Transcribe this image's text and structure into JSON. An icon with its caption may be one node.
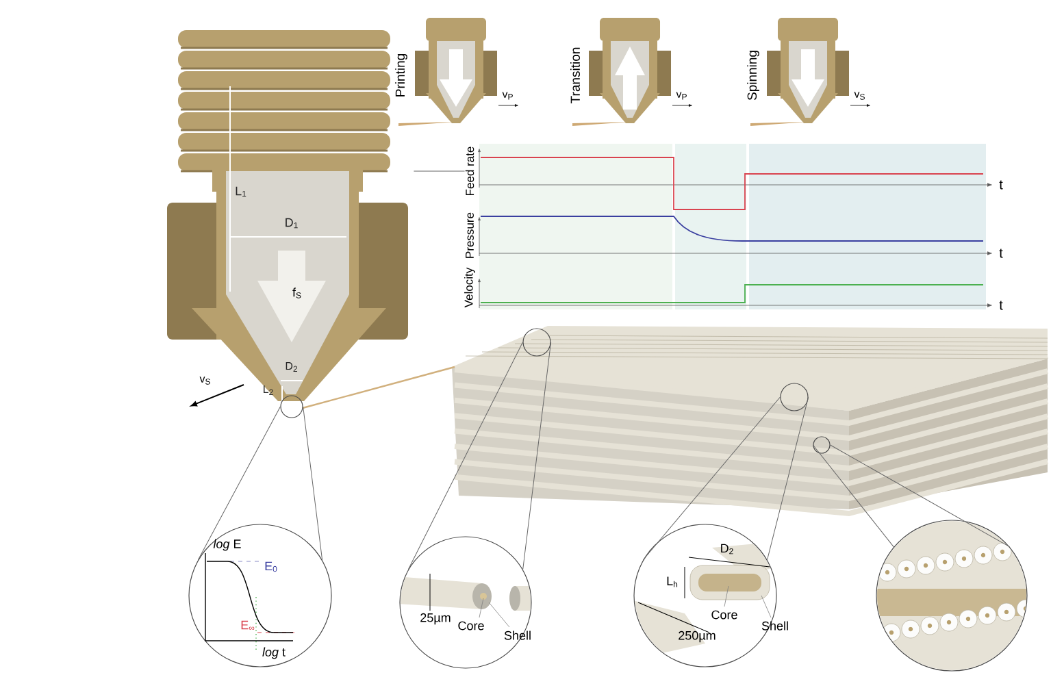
{
  "diagram": {
    "nodes": [
      {
        "text": [
          "L$_{1}$",
          "D$_{1}$",
          "f$_{S}$",
          "D$_{2}$",
          "L$_{2}$"
        ]
      },
      {
        "text": [
          "Feed rate",
          "t",
          "Pressure",
          "t",
          "Velocity",
          "t"
        ]
      },
      {
        "text": [
          "Printing",
          "v$_{P}$"
        ]
      },
      {
        "text": [
          "Transition",
          "v$_{P}$"
        ]
      },
      {
        "text": [
          "Spinning",
          "v$_{S}$"
        ]
      },
      {
        "text": [],
        "shape": "circle"
      },
      {
        "text": [],
        "shape": "circle"
      },
      {
        "text": [],
        "shape": "circle"
      },
      {
        "text": [],
        "shape": "circle"
      },
      {
        "text": [
          "*log* E",
          "E$_{0}$",
          "E$_{∞}$",
          "*log* t"
        ]
      },
      {
        "text": [
          "25µm",
          "Core",
          "Shell"
        ]
      },
      {
        "text": [
          "D$_{2}$",
          "L$_{h}$",
          "Core",
          "Shell",
          "250µm"
        ]
      },
      {
        "text": [],
        "shape": "circle"
      }
    ],
    "edges": [
      {
        "from": 0,
        "to": 1,
        "arrow": "none"
      },
      {
        "from": 5,
        "to": 9,
        "arrow": "none"
      },
      {
        "from": 5,
        "to": 9,
        "arrow": "none"
      },
      {
        "from": 6,
        "to": 10,
        "arrow": "none"
      },
      {
        "from": 6,
        "to": 10,
        "arrow": "none"
      },
      {
        "from": 7,
        "to": 11,
        "arrow": "none"
      },
      {
        "from": 7,
        "to": 11,
        "arrow": "none"
      },
      {
        "from": 8,
        "to": 12,
        "arrow": "none"
      },
      {
        "from": 8,
        "to": 12,
        "arrow": "none"
      }
    ],
    "labels": [
      "v$_{S}$"
    ]
  }
}
